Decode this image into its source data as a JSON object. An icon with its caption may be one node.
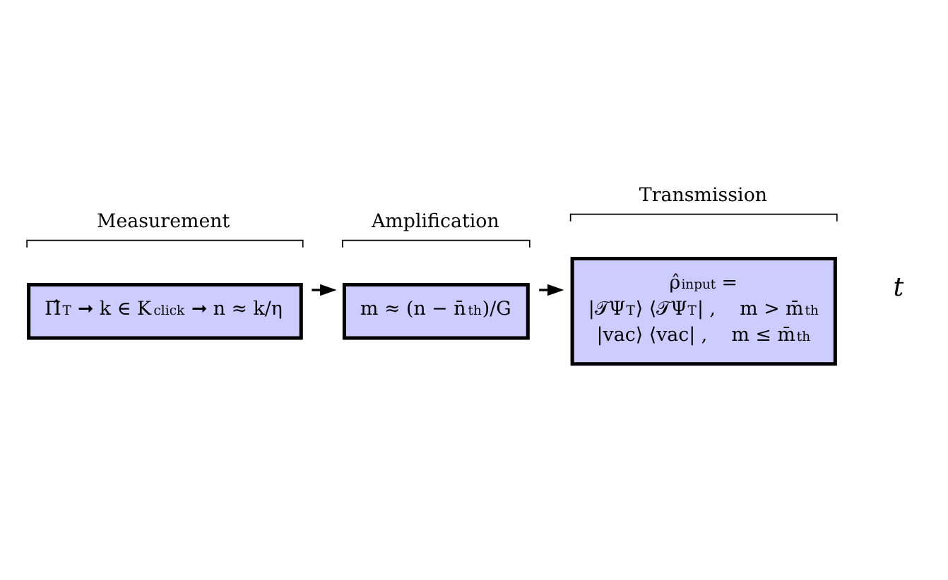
{
  "diagram": {
    "nodes": [
      {
        "text": [
          "Measurement",
          "Π̂$_{T}$ ➞ k ∈ K$_{click}$ ➞ n ≈ k/η"
        ]
      },
      {
        "text": [
          "Amplification",
          "m ≈ (n − n̄$_{th}$)/G"
        ]
      },
      {
        "text": [
          "Transmission",
          "ρ̂$_{input}$ =",
          "|𝒯Ψ$_{T}$⟩ ⟨𝒯Ψ$_{T}$| ,    m > m̄$_{th}$",
          "|vac⟩ ⟨vac| ,    m ≤ m̄$_{th}$"
        ]
      }
    ],
    "edges": [
      {
        "from": 0,
        "to": 1,
        "arrow": "to"
      },
      {
        "from": 1,
        "to": 2,
        "arrow": "to"
      }
    ],
    "labels": [
      "t"
    ]
  }
}
